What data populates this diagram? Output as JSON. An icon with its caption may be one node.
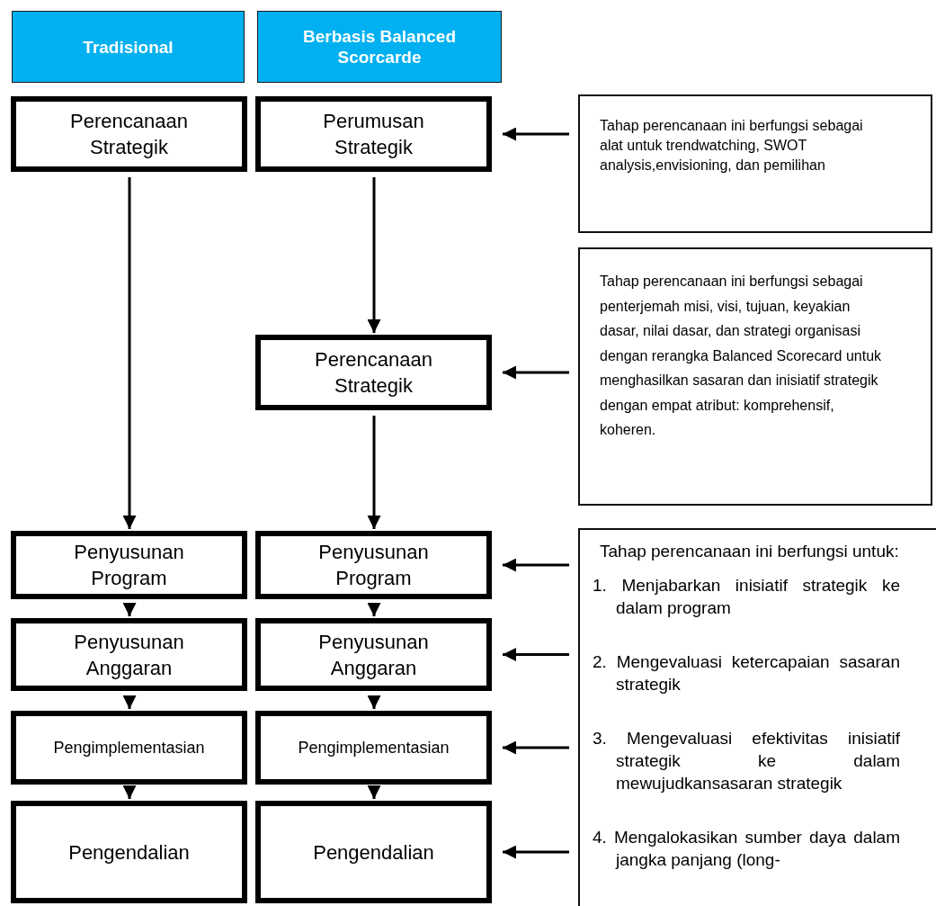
{
  "diagram": {
    "nodes": [
      {
        "text": [
          "Tradisional"
        ]
      },
      {
        "text": [
          "Berbasis Balanced Scorcarde"
        ]
      },
      {
        "text": [
          "Perencanaan Strategik"
        ]
      },
      {
        "text": [
          "Perumusan Strategik"
        ]
      },
      {
        "text": [
          "Tahap perencanaan ini berfungsi sebagai alat untuk trendwatching, SWOT analysis,envisioning, dan pemilihan"
        ]
      },
      {
        "text": [
          "Perencanaan Strategik"
        ]
      },
      {
        "text": [
          "Tahap perencanaan ini berfungsi sebagai penterjemah misi, visi, tujuan, keyakian dasar, nilai dasar, dan strategi organisasi dengan rerangka Balanced Scorecard untuk menghasilkan sasaran dan inisiatif strategik dengan empat atribut: komprehensif, koheren."
        ]
      },
      {
        "text": [
          "Penyusunan Program"
        ]
      },
      {
        "text": [
          "Penyusunan Program"
        ]
      },
      {
        "text": [
          "Tahap perencanaan ini berfungsi untuk:",
          "1. Menjabarkan inisiatif strategik ke dalam program",
          "2. Mengevaluasi ketercapaian sasaran strategik",
          "3. Mengevaluasi efektivitas inisiatif strategik ke dalam mewujudkansasaran strategik",
          "4. Mengalokasikan sumber daya dalam jangka panjang (long-"
        ]
      },
      {
        "text": [
          "Penyusunan Anggaran"
        ]
      },
      {
        "text": [
          "Penyusunan Anggaran"
        ]
      },
      {
        "text": [
          "Pengimplementasian"
        ]
      },
      {
        "text": [
          "Pengimplementasian"
        ]
      },
      {
        "text": [
          "Pengendalian"
        ]
      },
      {
        "text": [
          "Pengendalian"
        ]
      }
    ],
    "edges": [
      {
        "from": 2,
        "to": 7,
        "arrow": "to"
      },
      {
        "from": 3,
        "to": 5,
        "arrow": "to"
      },
      {
        "from": 5,
        "to": 8,
        "arrow": "to"
      },
      {
        "from": 7,
        "to": 10,
        "arrow": "to"
      },
      {
        "from": 10,
        "to": 12,
        "arrow": "to"
      },
      {
        "from": 12,
        "to": 14,
        "arrow": "to"
      },
      {
        "from": 8,
        "to": 11,
        "arrow": "to"
      },
      {
        "from": 11,
        "to": 13,
        "arrow": "to"
      },
      {
        "from": 13,
        "to": 15,
        "arrow": "to"
      },
      {
        "from": 4,
        "to": 3,
        "arrow": "to"
      },
      {
        "from": 6,
        "to": 5,
        "arrow": "to"
      },
      {
        "from": 9,
        "to": 8,
        "arrow": "to"
      },
      {
        "from": 9,
        "to": 11,
        "arrow": "to"
      },
      {
        "from": 9,
        "to": 13,
        "arrow": "to"
      },
      {
        "from": 9,
        "to": 15,
        "arrow": "to"
      }
    ]
  }
}
